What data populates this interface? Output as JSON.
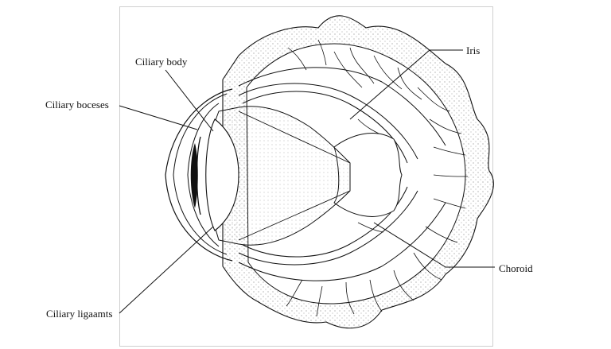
{
  "diagram": {
    "labels": {
      "ciliary_body": "Ciliary body",
      "ciliary_processes": "Ciliary boceses",
      "iris": "Iris",
      "choroid": "Choroid",
      "ciliary_ligaments": "Ciliary ligaamts"
    },
    "colors": {
      "line": "#111111",
      "stipple": "#9a9a9a",
      "frame": "#cfcfcf"
    }
  }
}
